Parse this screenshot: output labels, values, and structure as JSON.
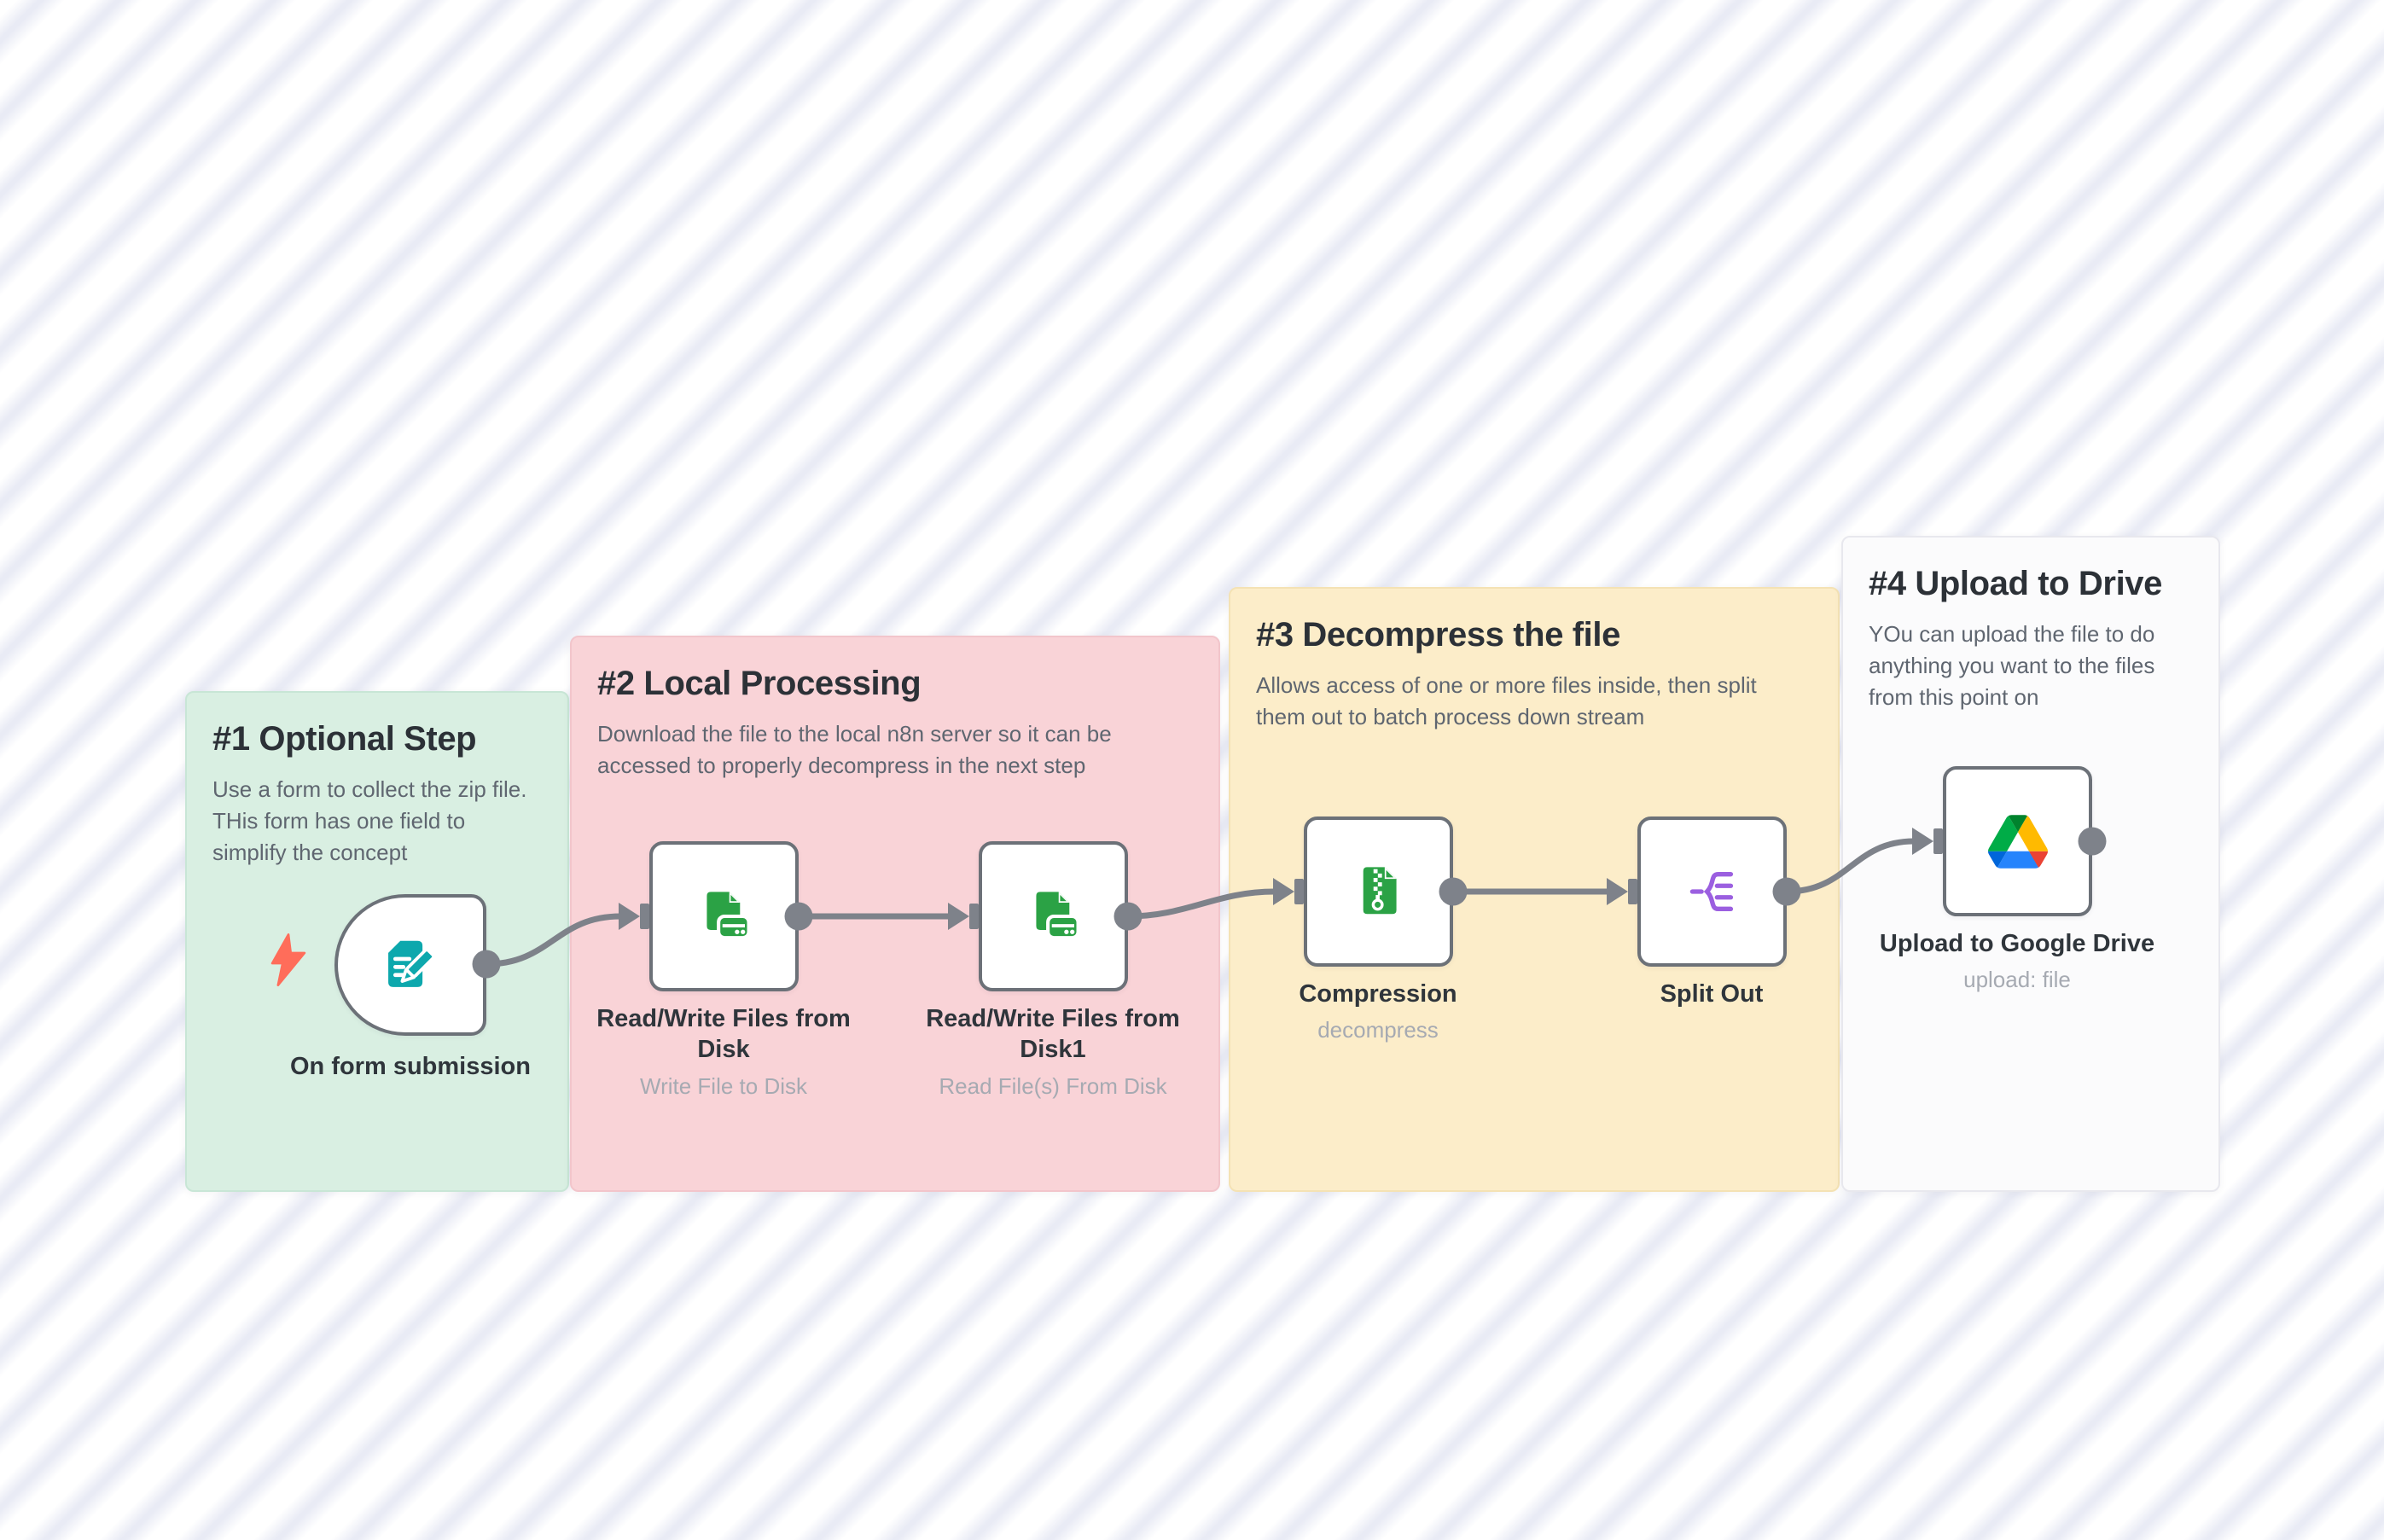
{
  "canvas": {
    "stripe_light": "#ffffff",
    "stripe_dark": "#e9ebf5"
  },
  "notes": [
    {
      "title": "#1 Optional Step",
      "body": "Use a form to collect the zip file.\nTHis form has one field to\nsimplify the concept",
      "color": "#d9efe2"
    },
    {
      "title": "#2 Local Processing",
      "body": "Download the file to the local n8n server so it can be\naccessed to properly decompress in the next step",
      "color": "#f9d3d7"
    },
    {
      "title": "#3 Decompress the file",
      "body": "Allows access of one or more files inside, then split\nthem out to batch process down stream",
      "color": "#fcedc9"
    },
    {
      "title": "#4 Upload to Drive",
      "body": "YOu can upload the file to do\nanything you want to the files\nfrom this point on",
      "color": "#fbfbfc"
    }
  ],
  "nodes": [
    {
      "name": "On form submission",
      "subtitle": "",
      "icon": "form-trigger-icon",
      "icon_color": "#0da8ad"
    },
    {
      "name": "Read/Write Files from Disk",
      "subtitle": "Write File to Disk",
      "icon": "file-disk-icon",
      "icon_color": "#2ba245"
    },
    {
      "name": "Read/Write Files from Disk1",
      "subtitle": "Read File(s) From Disk",
      "icon": "file-disk-icon",
      "icon_color": "#2ba245"
    },
    {
      "name": "Compression",
      "subtitle": "decompress",
      "icon": "zip-file-icon",
      "icon_color": "#2ba245"
    },
    {
      "name": "Split Out",
      "subtitle": "",
      "icon": "split-out-icon",
      "icon_color": "#9b5fe0"
    },
    {
      "name": "Upload to Google Drive",
      "subtitle": "upload: file",
      "icon": "google-drive-icon",
      "icon_color": "#0066da #00ac47 #ffba00 #ea4335"
    }
  ],
  "colors": {
    "wire": "#7e828a",
    "node_border": "#6c7178",
    "trigger_bolt": "#ff6d5a",
    "note_title_text": "#2c3137",
    "note_body_text": "#5f6670",
    "node_label_text": "#2f353b",
    "node_sublabel_text": "#a6aab2"
  }
}
